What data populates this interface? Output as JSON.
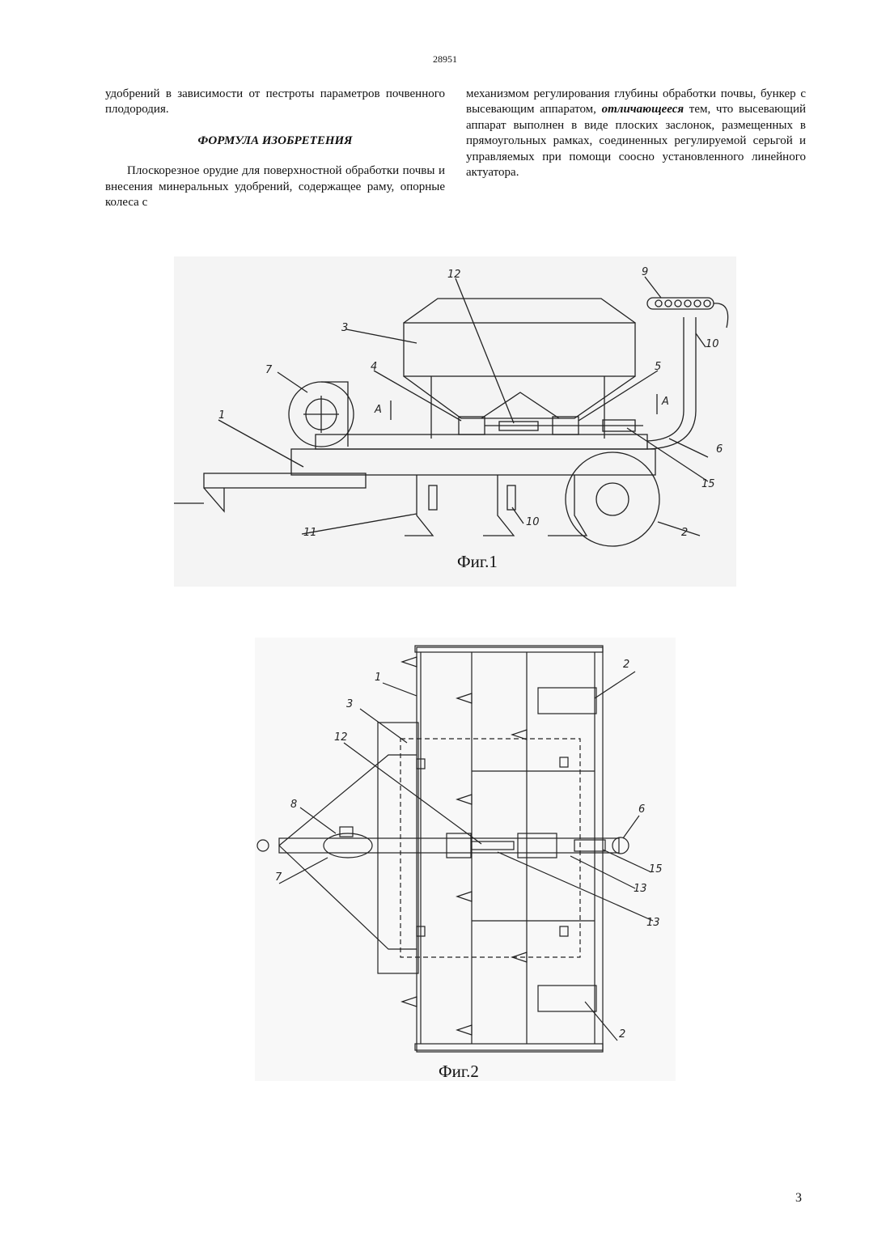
{
  "header": {
    "patent_number": "28951"
  },
  "left_column": {
    "continuation": "удобрений в зависимости от пестроты параметров почвенного плодородия.",
    "heading": "ФОРМУЛА ИЗОБРЕТЕНИЯ",
    "claim_start": "Плоскорезное орудие для поверхностной обработки почвы и внесения минеральных удобрений, содержащее раму, опорные колеса с"
  },
  "right_column": {
    "part1": "механизмом регулирования глубины обработки почвы, бункер с высевающим аппаратом,",
    "emphasis": "отличающееся",
    "part2": "тем, что высевающий аппарат выполнен в виде плоских заслонок, размещенных в прямоугольных рамках, соединенных регулируемой серьгой и управляемых при помощи соосно установленного линейного актуатора."
  },
  "figure1": {
    "caption": "Фиг.1",
    "labels": {
      "l1": "1",
      "l2": "2",
      "l3": "3",
      "l4": "4",
      "l5": "5",
      "l6": "6",
      "l7": "7",
      "l9": "9",
      "l10a": "10",
      "l10b": "10",
      "l11": "11",
      "l12": "12",
      "l15": "15",
      "sectionA1": "А",
      "sectionA2": "А"
    }
  },
  "figure2": {
    "caption": "Фиг.2",
    "labels": {
      "l1": "1",
      "l2a": "2",
      "l2b": "2",
      "l3": "3",
      "l6": "6",
      "l7": "7",
      "l8": "8",
      "l12": "12",
      "l13a": "13",
      "l13b": "13",
      "l15": "15"
    }
  },
  "footer": {
    "sheet_number": "3"
  }
}
